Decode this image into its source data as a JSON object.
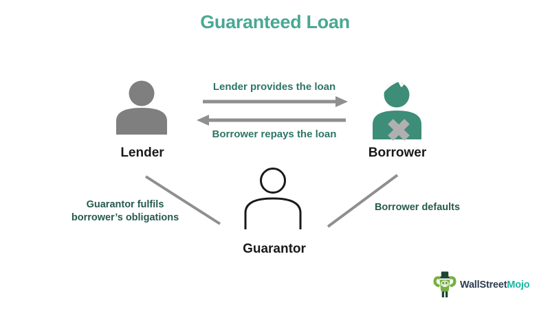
{
  "title": "Guaranteed Loan",
  "actors": {
    "lender": {
      "label": "Lender"
    },
    "borrower": {
      "label": "Borrower"
    },
    "guarantor": {
      "label": "Guarantor"
    }
  },
  "flows": {
    "loan": "Lender provides the loan",
    "repayment": "Borrower repays the loan",
    "guarantee_line1": "Guarantor fulfils",
    "guarantee_line2": "borrower’s obligations",
    "default": "Borrower defaults"
  },
  "logo": {
    "brand_primary": "WallStreet",
    "brand_secondary": "Mojo"
  },
  "colors": {
    "title_teal": "#49A893",
    "flow_text_teal": "#2E7568",
    "note_text_teal": "#265A4E",
    "arrow_gray": "#8F8F8F",
    "lender_gray": "#7F7F7F",
    "borrower_teal": "#3D8D78",
    "cross_gray": "#B0B0B0",
    "label_black": "#1A1A1A",
    "logo_navy": "#2C3E50",
    "logo_teal": "#16B8A2",
    "mascot_green": "#76B043"
  }
}
